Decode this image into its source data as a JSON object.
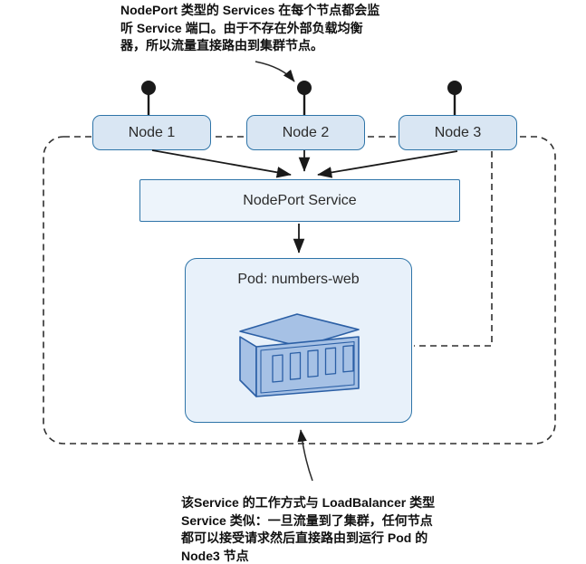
{
  "diagram": {
    "name": "nodeport-service-diagram",
    "annotation_top": {
      "lines": [
        "NodePort 类型的 Services 在每个节点都会监",
        "听 Service 端口。由于不存在外部负载均衡",
        "器，所以流量直接路由到集群节点。"
      ]
    },
    "annotation_bottom": {
      "lines": [
        "该Service 的工作方式与 LoadBalancer 类型",
        "Service 类似：一旦流量到了集群，任何节点",
        "都可以接受请求然后直接路由到运行 Pod 的",
        "Node3 节点"
      ]
    },
    "nodes": [
      {
        "label": "Node 1"
      },
      {
        "label": "Node 2"
      },
      {
        "label": "Node 3"
      }
    ],
    "service": {
      "label": "NodePort Service"
    },
    "pod": {
      "label": "Pod: numbers-web"
    },
    "colors": {
      "box_border": "#2e74a8",
      "node_fill": "#d9e6f3",
      "service_fill": "#edf4fb",
      "pod_fill": "#e8f1fa",
      "container_fill": "#a6c1e5",
      "container_stroke": "#2b5fa5",
      "arrow": "#1a1a1a",
      "dashed_boundary": "#2f2f2f",
      "annotation_text": "#101010"
    }
  }
}
